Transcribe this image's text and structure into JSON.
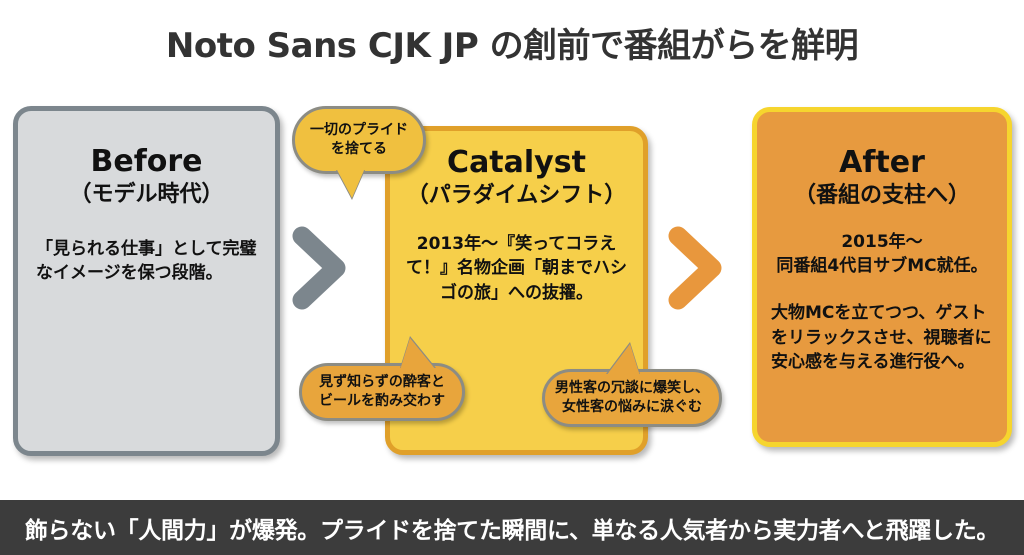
{
  "title": "Noto Sans CJK JP の創前で番組がらを觧明",
  "boxes": {
    "before": {
      "heading": "Before",
      "subheading": "（モデル時代）",
      "body": "「見られる仕事」として完璧なイメージを保つ段階。",
      "fill_color": "#d8dadc",
      "border_color": "#7c868d"
    },
    "catalyst": {
      "heading": "Catalyst",
      "subheading": "（パラダイムシフト）",
      "body": "2013年〜『笑ってコラえて！』名物企画「朝までハシゴの旅」への抜擢。",
      "fill_color": "#f6cf4a",
      "border_color": "#e0a02a"
    },
    "after": {
      "heading": "After",
      "subheading": "（番組の支柱へ）",
      "body": "2015年〜\n同番組4代目サブMC就任。",
      "body2": "大物MCを立てつつ、ゲストをリラックスさせ、視聴者に安心感を与える進行役へ。",
      "fill_color": "#e79a3f",
      "border_color": "#f6d52e"
    }
  },
  "bubbles": {
    "pride": "一切のプライド\nを捨てる",
    "sake": "見ず知らずの酔客と\nビールを酌み交わす",
    "laugh": "男性客の冗談に爆笑し、\n女性客の悩みに涙ぐむ"
  },
  "arrows": {
    "first_color": "#7c868d",
    "second_color": "#e8973d"
  },
  "banner": {
    "text": "飾らない「人間力」が爆発。プライドを捨てた瞬間に、単なる人気者から実力者へと飛躍した。",
    "background_color": "#3c3c3c",
    "text_color": "#ffffff"
  }
}
